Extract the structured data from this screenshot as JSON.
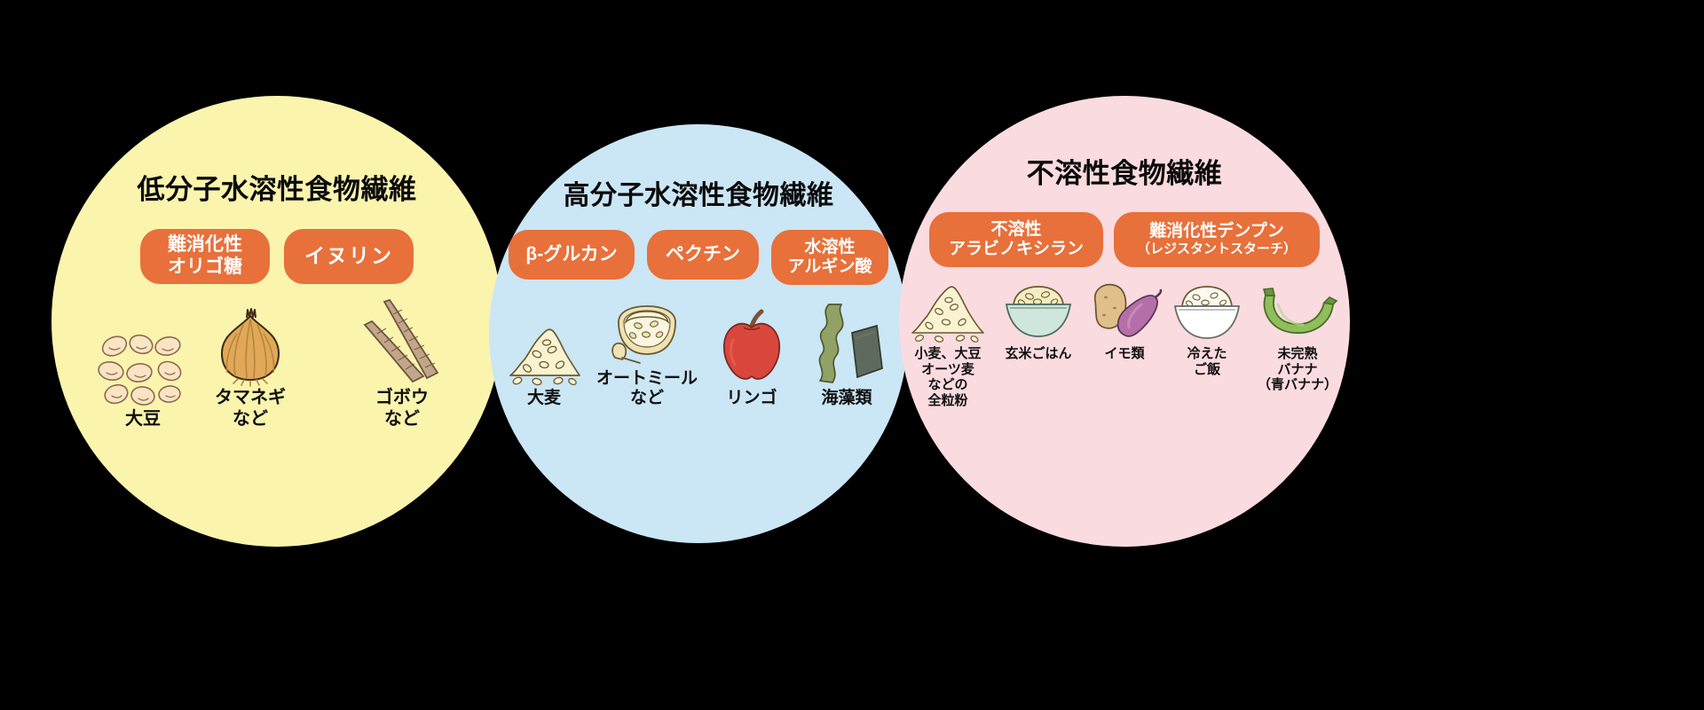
{
  "background_color": "#000000",
  "accent_pill_color": "#e8703a",
  "groups": [
    {
      "id": "low-molecular-soluble",
      "title": "低分子水溶性食物繊維",
      "circle_color": "#fbf4ad",
      "pills": [
        {
          "name": "oligosaccharide",
          "line1": "難消化性",
          "line2": "オリゴ糖"
        },
        {
          "name": "inulin",
          "line1": "イヌリン",
          "line2": ""
        }
      ],
      "foods": [
        {
          "icon": "soybeans-icon",
          "label": "大豆"
        },
        {
          "icon": "onion-icon",
          "label": "タマネギ\nなど"
        },
        {
          "icon": "burdock-icon",
          "label": "ゴボウ\nなど"
        }
      ]
    },
    {
      "id": "high-molecular-soluble",
      "title": "高分子水溶性食物繊維",
      "circle_color": "#cbe6f5",
      "pills": [
        {
          "name": "beta-glucan",
          "line1": "β-グルカン",
          "line2": ""
        },
        {
          "name": "pectin",
          "line1": "ペクチン",
          "line2": ""
        },
        {
          "name": "alginic-acid",
          "line1": "水溶性",
          "line2": "アルギン酸"
        }
      ],
      "foods": [
        {
          "icon": "barley-pile-icon",
          "label": "大麦"
        },
        {
          "icon": "oatmeal-bowl-icon",
          "label": "オートミール\nなど"
        },
        {
          "icon": "apple-icon",
          "label": "リンゴ"
        },
        {
          "icon": "seaweed-icon",
          "label": "海藻類"
        }
      ]
    },
    {
      "id": "insoluble",
      "title": "不溶性食物繊維",
      "circle_color": "#fadbe0",
      "pills": [
        {
          "name": "arabinoxylan",
          "line1": "不溶性",
          "line2": "アラビノキシラン"
        },
        {
          "name": "resistant-starch",
          "line1": "難消化性デンプン",
          "line2": "（レジスタントスターチ）"
        }
      ],
      "foods": [
        {
          "icon": "wholegrain-flour-icon",
          "label": "小麦、大豆\nオーツ麦\nなどの\n全粒粉"
        },
        {
          "icon": "brown-rice-bowl-icon",
          "label": "玄米ごはん"
        },
        {
          "icon": "potato-sweetpotato-icon",
          "label": "イモ類"
        },
        {
          "icon": "cold-rice-bowl-icon",
          "label": "冷えた\nご飯"
        },
        {
          "icon": "green-banana-icon",
          "label": "未完熟\nバナナ\n（青バナナ）"
        }
      ]
    }
  ]
}
